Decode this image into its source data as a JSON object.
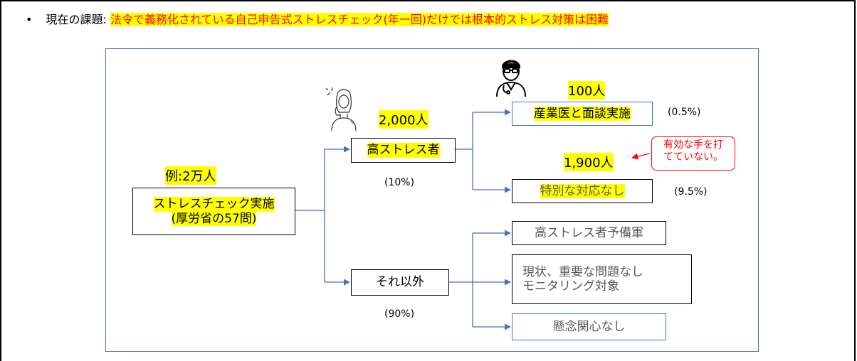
{
  "header": {
    "bullet": "•",
    "label": "現在の課題:",
    "text": "法令で義務化されている自己申告式ストレスチェック(年一回)だけでは根本的ストレス対策は困難"
  },
  "diagram": {
    "example_label": "例:2万人",
    "root": {
      "line1": "ストレスチェック実施",
      "line2": "(厚労省の57問)"
    },
    "high_stress": {
      "label": "高ストレス者",
      "count": "2,000人",
      "pct": "(10%)"
    },
    "others": {
      "label": "それ以外",
      "pct": "(90%)"
    },
    "interview": {
      "label": "産業医と面談実施",
      "count": "100人",
      "pct": "(0.5%)"
    },
    "no_action": {
      "label": "特別な対応なし",
      "count": "1,900人",
      "pct": "(9.5%)"
    },
    "callout": {
      "line1": "有効な手を打",
      "line2": "てていない。"
    },
    "reserve": {
      "label": "高ストレス者予備軍"
    },
    "monitor": {
      "line1": "現状、重要な問題なし",
      "line2": "モニタリング対象"
    },
    "no_concern": {
      "label": "懸念関心なし"
    }
  },
  "colors": {
    "highlight": "#ffff00",
    "connector": "#4472c4",
    "alert": "#ff0000"
  },
  "icons": [
    "stressed-woman-icon",
    "doctor-icon"
  ]
}
